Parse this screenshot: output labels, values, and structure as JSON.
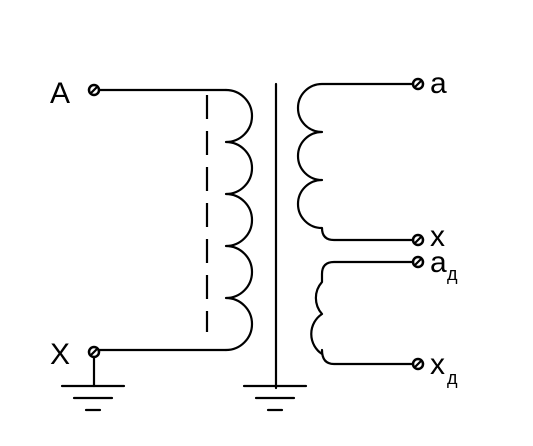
{
  "colors": {
    "line": "#000000",
    "background": "#ffffff"
  },
  "primary": {
    "terminal_high": "A",
    "terminal_low": "X"
  },
  "secondary": {
    "main_high": "a",
    "main_low": "x",
    "aux_high": "a",
    "aux_high_sub": "д",
    "aux_low": "x",
    "aux_low_sub": "д"
  },
  "icons": [
    "terminal-icon",
    "ground-icon",
    "winding-coil-icon",
    "iron-core-icon",
    "dashed-shield-icon"
  ]
}
